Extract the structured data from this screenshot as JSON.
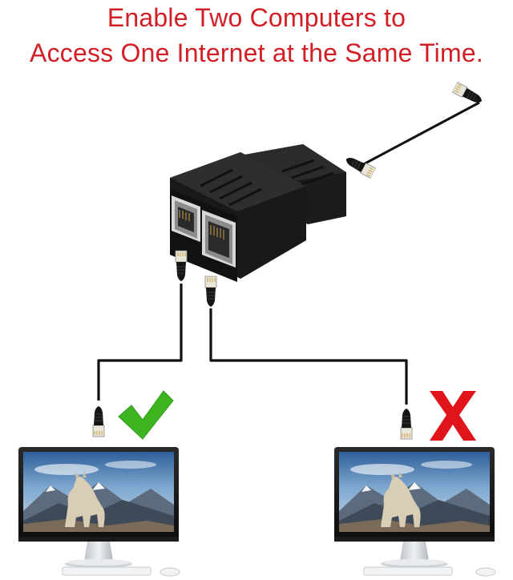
{
  "headline": {
    "line1": "Enable Two Computers to",
    "line2": "Access One Internet at the Same Time."
  },
  "colors": {
    "headline": "#d21f26",
    "check": "#3cb521",
    "cross": "#e0141b",
    "adapter": "#1e1e1e",
    "cable": "#111111"
  },
  "left_computer": {
    "status_icon": "check-icon",
    "status": "allowed"
  },
  "right_computer": {
    "status_icon": "cross-icon",
    "status": "not-allowed"
  }
}
